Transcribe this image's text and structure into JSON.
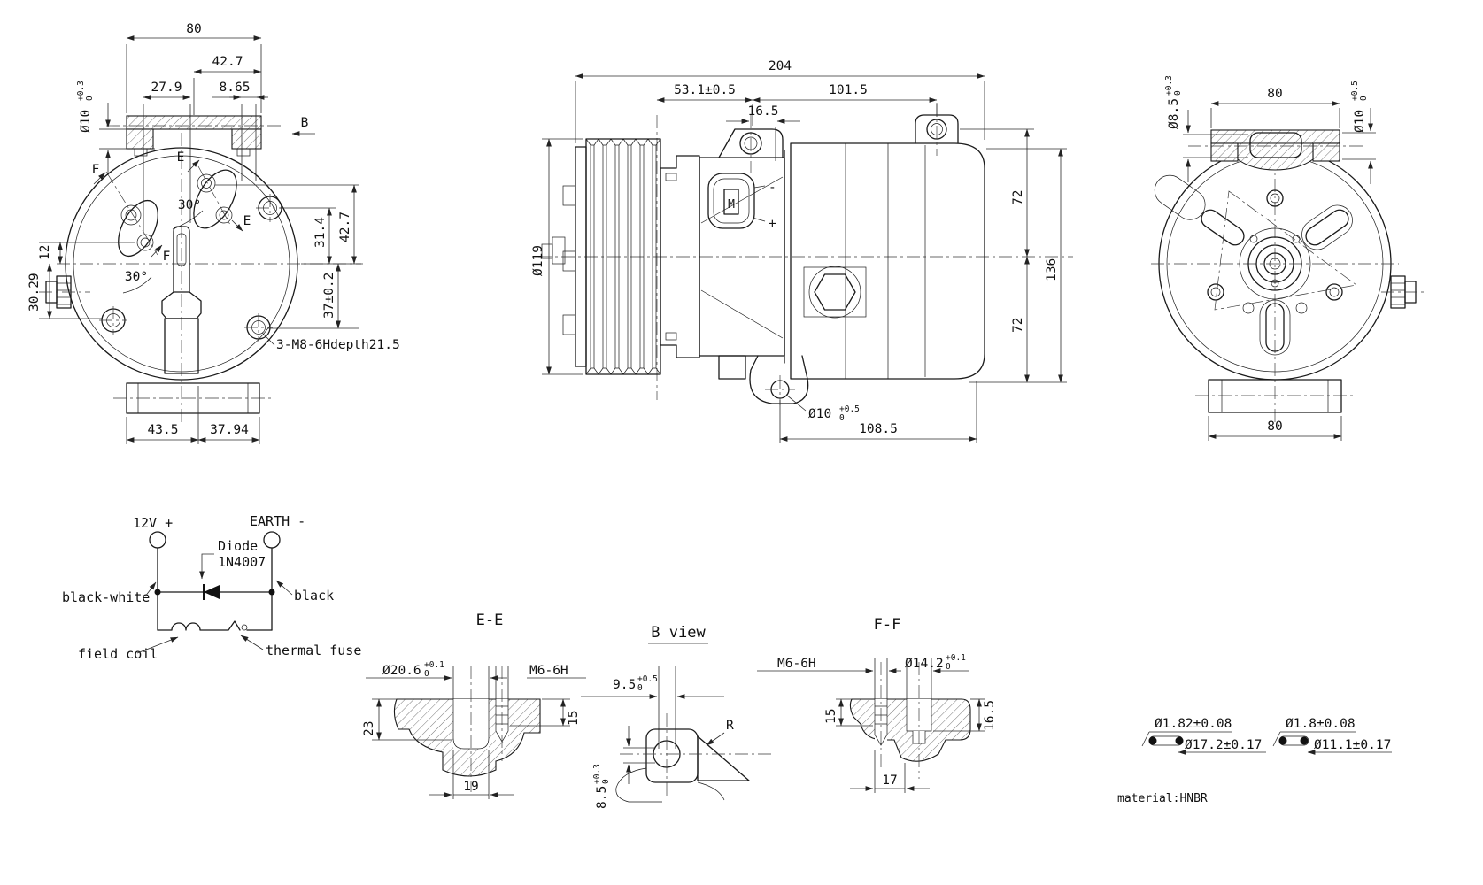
{
  "rear": {
    "dim_top_width": "80",
    "dim_42_7_top": "42.7",
    "dim_27_9": "27.9",
    "dim_8_65": "8.65",
    "slot_dia_main": "Ø10",
    "slot_dia_up": "+0.3",
    "slot_dia_dn": "0",
    "label_b": "B",
    "label_e": "E",
    "label_f": "F",
    "angle_30": "30°",
    "dim_31_4": "31.4",
    "dim_42_7_right": "42.7",
    "dim_37": "37±0.2",
    "dim_12": "12",
    "dim_30_29": "30.29",
    "note_thread": "3-M8-6Hdepth21.5",
    "dim_43_5": "43.5",
    "dim_37_94": "37.94"
  },
  "side": {
    "dim_204": "204",
    "dim_53_1": "53.1±0.5",
    "dim_101_5": "101.5",
    "dim_16_5": "16.5",
    "dim_pulley_dia": "Ø119",
    "dim_72a": "72",
    "dim_72b": "72",
    "dim_136": "136",
    "hole_dia_main": "Ø10",
    "hole_dia_up": "+0.5",
    "hole_dia_dn": "0",
    "dim_108_5": "108.5",
    "label_minus": "-",
    "label_plus": "+",
    "label_m": "M"
  },
  "front": {
    "dim_80_top": "80",
    "dim_80_bottom": "80",
    "slot_dia_main": "Ø8.5",
    "slot_dia_up": "+0.3",
    "slot_dia_dn": "0",
    "hole_dia_main": "Ø10",
    "hole_dia_up": "+0.5",
    "hole_dia_dn": "0"
  },
  "schematic": {
    "terminal_12v": "12V +",
    "terminal_earth": "EARTH -",
    "diode_line1": "Diode",
    "diode_line2": "1N4007",
    "wire_left": "black-white",
    "wire_right": "black",
    "coil": "field coil",
    "fuse": "thermal fuse"
  },
  "section_ee": {
    "title": "E-E",
    "bore_main": "Ø20.6",
    "bore_up": "+0.1",
    "bore_dn": "0",
    "thread": "M6-6H",
    "dim_23": "23",
    "dim_15": "15",
    "dim_19": "19"
  },
  "view_b": {
    "title": "B view",
    "slot_main": "9.5",
    "slot_up": "+0.5",
    "slot_dn": "0",
    "radius": "R",
    "offset_main": "8.5",
    "offset_up": "+0.3",
    "offset_dn": "0"
  },
  "section_ff": {
    "title": "F-F",
    "thread": "M6-6H",
    "bore_main": "Ø14.2",
    "bore_up": "+0.1",
    "bore_dn": "0",
    "dim_15": "15",
    "dim_16_5": "16.5",
    "dim_17": "17"
  },
  "orings": {
    "ring1_cs": "Ø1.82±0.08",
    "ring1_id": "Ø17.2±0.17",
    "ring2_cs": "Ø1.8±0.08",
    "ring2_id": "Ø11.1±0.17",
    "material": "material:HNBR"
  }
}
